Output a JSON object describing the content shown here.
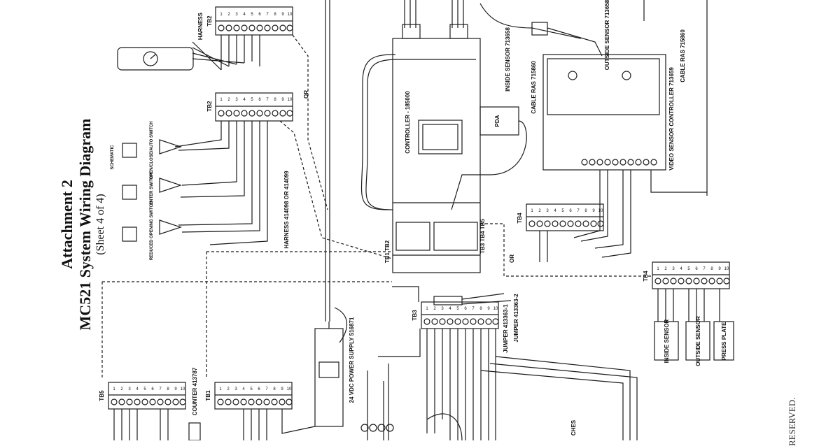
{
  "title": {
    "line1": "Attachment 2",
    "line2": "MC521 System Wiring Diagram",
    "line3": "(Sheet 4 of 4)"
  },
  "footer": "RESERVED.",
  "labels": {
    "harness_top": "HARNESS",
    "tb2_top": "TB2",
    "tb2_mid": "TB2",
    "tb4_right": "TB4",
    "tb4_lower": "TB4",
    "tb5": "TB5",
    "tb1": "TB1",
    "tb3": "TB3",
    "or_top": "OR",
    "or_mid": "OR",
    "controller": "CONTROLLER - 185000",
    "pda": "PDA",
    "inside_sensor_top": "INSIDE SENSOR 713658",
    "cable_top": "CABLE RAS 715860",
    "outside_sensor_top": "OUTSIDE SENSOR 713658",
    "cable_right": "CABLE RAS 715860",
    "video_controller": "VIDEO SENSOR CONTROLLER 713659",
    "inside_sensor_box": "INSIDE SENSOR",
    "outside_sensor_box": "OUTSIDE SENSOR",
    "press_plate": "PRESS PLATE",
    "harness_mid": "HARNESS 414098 OR 414099",
    "power_supply": "24 VDC POWER SUPPLY 516871",
    "counter": "COUNTER 413787",
    "jumper1": "JUMPER 413363-1",
    "jumper2": "JUMPER 413363-2",
    "ches": "CHES",
    "tb_markers": "TB1 TB2",
    "tb_markers2": "TB3 TB4 TB5",
    "switch1": "OPEN/CLOSE/AUTO SWITCH",
    "switch2": "ENTER SWITCH",
    "switch3": "REDUCED OPENING SWITCH",
    "schematic": "SCHEMATIC"
  },
  "terminal_numbers": [
    "1",
    "2",
    "3",
    "4",
    "5",
    "6",
    "7",
    "8",
    "9",
    "10"
  ],
  "colors": {
    "line": "#1a1a1a",
    "bg": "#ffffff"
  }
}
